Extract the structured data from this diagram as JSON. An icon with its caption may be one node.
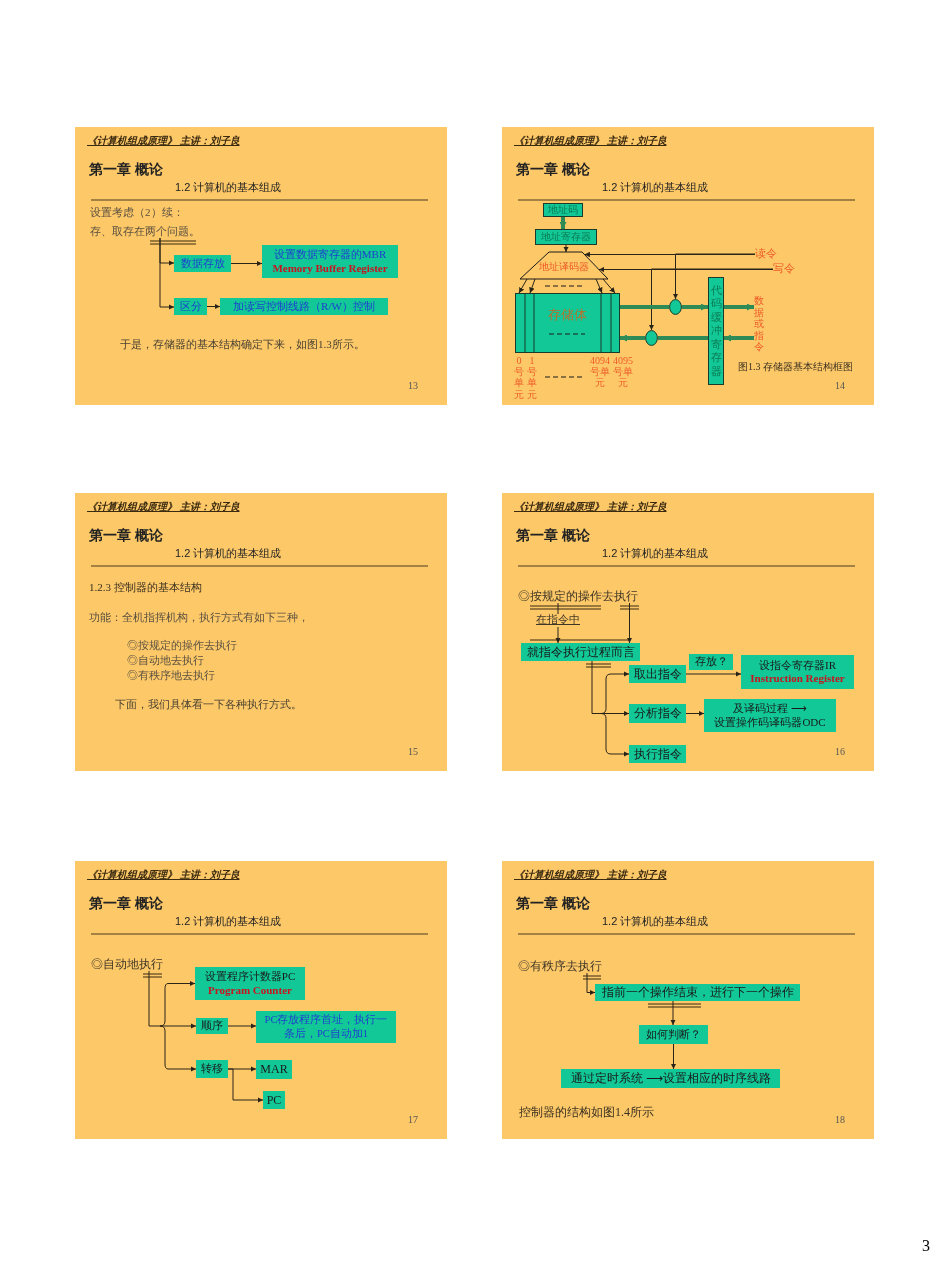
{
  "diagram": {
    "nodes": [
      {
        "text": [
          "《计算机组成原理》 主讲：刘子良",
          "第一章 概论",
          "1.2 计算机的基本组成",
          "设置考虑（2）续：",
          "于是，存储器的基本结构确定下来，如图1.3所示。",
          "13"
        ]
      },
      {
        "text": [
          "存、取存在两个问题。"
        ],
        "in": 0
      },
      {
        "text": [
          "数据存放"
        ],
        "in": 0
      },
      {
        "text": [
          "设置数据寄存器的MBR",
          "Memory Buffer Register"
        ],
        "in": 0
      },
      {
        "text": [
          "区分"
        ],
        "in": 0
      },
      {
        "text": [
          "加读写控制线路（R/W）控制"
        ],
        "in": 0
      },
      {
        "text": [
          "《计算机组成原理》 主讲：刘子良",
          "第一章 概论",
          "1.2 计算机的基本组成",
          "图1.3 存储器基本结构框图",
          "14"
        ]
      },
      {
        "text": [
          "地址码"
        ],
        "in": 6
      },
      {
        "text": [
          "地址寄存器"
        ],
        "in": 6
      },
      {
        "text": [
          "地址译码器"
        ],
        "in": 6
      },
      {
        "text": [
          "读令"
        ],
        "in": 6
      },
      {
        "text": [
          "写令"
        ],
        "in": 6
      },
      {
        "text": [
          "存储体"
        ],
        "beside": [
          "0号单元",
          "1号单元",
          "4094号单元",
          "4095号单元"
        ],
        "in": 6
      },
      {
        "text": [],
        "shape": "circle",
        "in": 6
      },
      {
        "text": [],
        "shape": "circle",
        "in": 6
      },
      {
        "text": [
          "代码缓冲寄存器"
        ],
        "in": 6
      },
      {
        "text": [
          "数据或指令"
        ],
        "in": 6
      },
      {
        "text": [
          "《计算机组成原理》 主讲：刘子良",
          "第一章 概论",
          "1.2 计算机的基本组成",
          "1.2.3 控制器的基本结构",
          "功能：全机指挥机构，执行方式有如下三种，",
          "◎按规定的操作去执行",
          "◎自动地去执行",
          "◎有秩序地去执行",
          "下面，我们具体看一下各种执行方式。",
          "15"
        ]
      },
      {
        "text": [
          "《计算机组成原理》 主讲：刘子良",
          "第一章 概论",
          "1.2 计算机的基本组成",
          "16"
        ]
      },
      {
        "text": [
          "◎按规定的操作去执行"
        ],
        "in": 18
      },
      {
        "text": [
          "就指令执行过程而言"
        ],
        "in": 18
      },
      {
        "text": [
          "存放？"
        ],
        "in": 18
      },
      {
        "text": [
          "取出指令"
        ],
        "in": 18
      },
      {
        "text": [
          "设指令寄存器IR",
          "Instruction Register"
        ],
        "in": 18
      },
      {
        "text": [
          "分析指令"
        ],
        "in": 18
      },
      {
        "text": [
          "及译码过程 ⟶",
          "设置操作码译码器ODC"
        ],
        "in": 18
      },
      {
        "text": [
          "执行指令"
        ],
        "in": 18
      },
      {
        "text": [
          "《计算机组成原理》 主讲：刘子良",
          "第一章 概论",
          "1.2 计算机的基本组成",
          "17"
        ]
      },
      {
        "text": [
          "◎自动地执行"
        ],
        "in": 27
      },
      {
        "text": [
          "设置程序计数器PC",
          "Program Counter"
        ],
        "in": 27
      },
      {
        "text": [
          "顺序"
        ],
        "in": 27
      },
      {
        "text": [
          "PC存放程序首址，执行一条后，PC自动加1"
        ],
        "in": 27
      },
      {
        "text": [
          "转移"
        ],
        "in": 27
      },
      {
        "text": [
          "MAR"
        ],
        "in": 27
      },
      {
        "text": [
          "PC"
        ],
        "in": 27
      },
      {
        "text": [
          "《计算机组成原理》 主讲：刘子良",
          "第一章 概论",
          "1.2 计算机的基本组成",
          "控制器的结构如图1.4所示",
          "18"
        ]
      },
      {
        "text": [
          "◎有秩序去执行"
        ],
        "in": 35
      },
      {
        "text": [
          "指前一个操作结束，进行下一个操作"
        ],
        "in": 35
      },
      {
        "text": [
          "如何判断？"
        ],
        "in": 35
      },
      {
        "text": [
          "通过定时系统 ⟶设置相应的时序线路"
        ],
        "in": 35
      }
    ],
    "edges": [
      {
        "from": 1,
        "to": 2,
        "arrow": "to"
      },
      {
        "from": 1,
        "to": 4,
        "arrow": "to"
      },
      {
        "from": 2,
        "to": 3,
        "arrow": "to"
      },
      {
        "from": 4,
        "to": 5,
        "arrow": "to"
      },
      {
        "from": 7,
        "to": 8,
        "arrow": "to",
        "style": "thick",
        "color": "#2e8b57"
      },
      {
        "from": 8,
        "to": 9,
        "arrow": "to"
      },
      {
        "from": 9,
        "to": 12,
        "arrow": "to"
      },
      {
        "from": 9,
        "to": 12,
        "arrow": "to"
      },
      {
        "from": 9,
        "to": 12,
        "arrow": "to"
      },
      {
        "from": 9,
        "to": 12,
        "arrow": "to"
      },
      {
        "from": 10,
        "to": 9,
        "arrow": "to"
      },
      {
        "from": 10,
        "to": 13,
        "arrow": "to"
      },
      {
        "from": 11,
        "to": 9,
        "arrow": "to"
      },
      {
        "from": 11,
        "to": 14,
        "arrow": "to"
      },
      {
        "from": 12,
        "to": 13,
        "arrow": "none",
        "style": "thick",
        "color": "#2e8b57"
      },
      {
        "from": 13,
        "to": 15,
        "arrow": "to",
        "style": "thick",
        "color": "#2e8b57"
      },
      {
        "from": 15,
        "to": 16,
        "arrow": "to",
        "style": "thick",
        "color": "#2e8b57"
      },
      {
        "from": 16,
        "to": 15,
        "arrow": "to",
        "style": "thick",
        "color": "#2e8b57"
      },
      {
        "from": 15,
        "to": 14,
        "arrow": "none",
        "style": "thick",
        "color": "#2e8b57"
      },
      {
        "from": 14,
        "to": 12,
        "arrow": "to",
        "style": "thick",
        "color": "#2e8b57"
      },
      {
        "from": 19,
        "to": 20,
        "arrow": "to",
        "label": "在指令中"
      },
      {
        "from": 19,
        "to": 20,
        "arrow": "to"
      },
      {
        "from": 20,
        "to": 22,
        "arrow": "to"
      },
      {
        "from": 20,
        "to": 24,
        "arrow": "to"
      },
      {
        "from": 20,
        "to": 26,
        "arrow": "to"
      },
      {
        "from": 22,
        "to": 23,
        "arrow": "to"
      },
      {
        "from": 24,
        "to": 25,
        "arrow": "to"
      },
      {
        "from": 28,
        "to": 29,
        "arrow": "to"
      },
      {
        "from": 28,
        "to": 30,
        "arrow": "to"
      },
      {
        "from": 28,
        "to": 32,
        "arrow": "to"
      },
      {
        "from": 30,
        "to": 31,
        "arrow": "to"
      },
      {
        "from": 32,
        "to": 33,
        "arrow": "to"
      },
      {
        "from": 32,
        "to": 34,
        "arrow": "to"
      },
      {
        "from": 36,
        "to": 37,
        "arrow": "to"
      },
      {
        "from": 37,
        "to": 38,
        "arrow": "to"
      },
      {
        "from": 38,
        "to": 39,
        "arrow": "to"
      }
    ],
    "labels": [
      "3"
    ]
  }
}
